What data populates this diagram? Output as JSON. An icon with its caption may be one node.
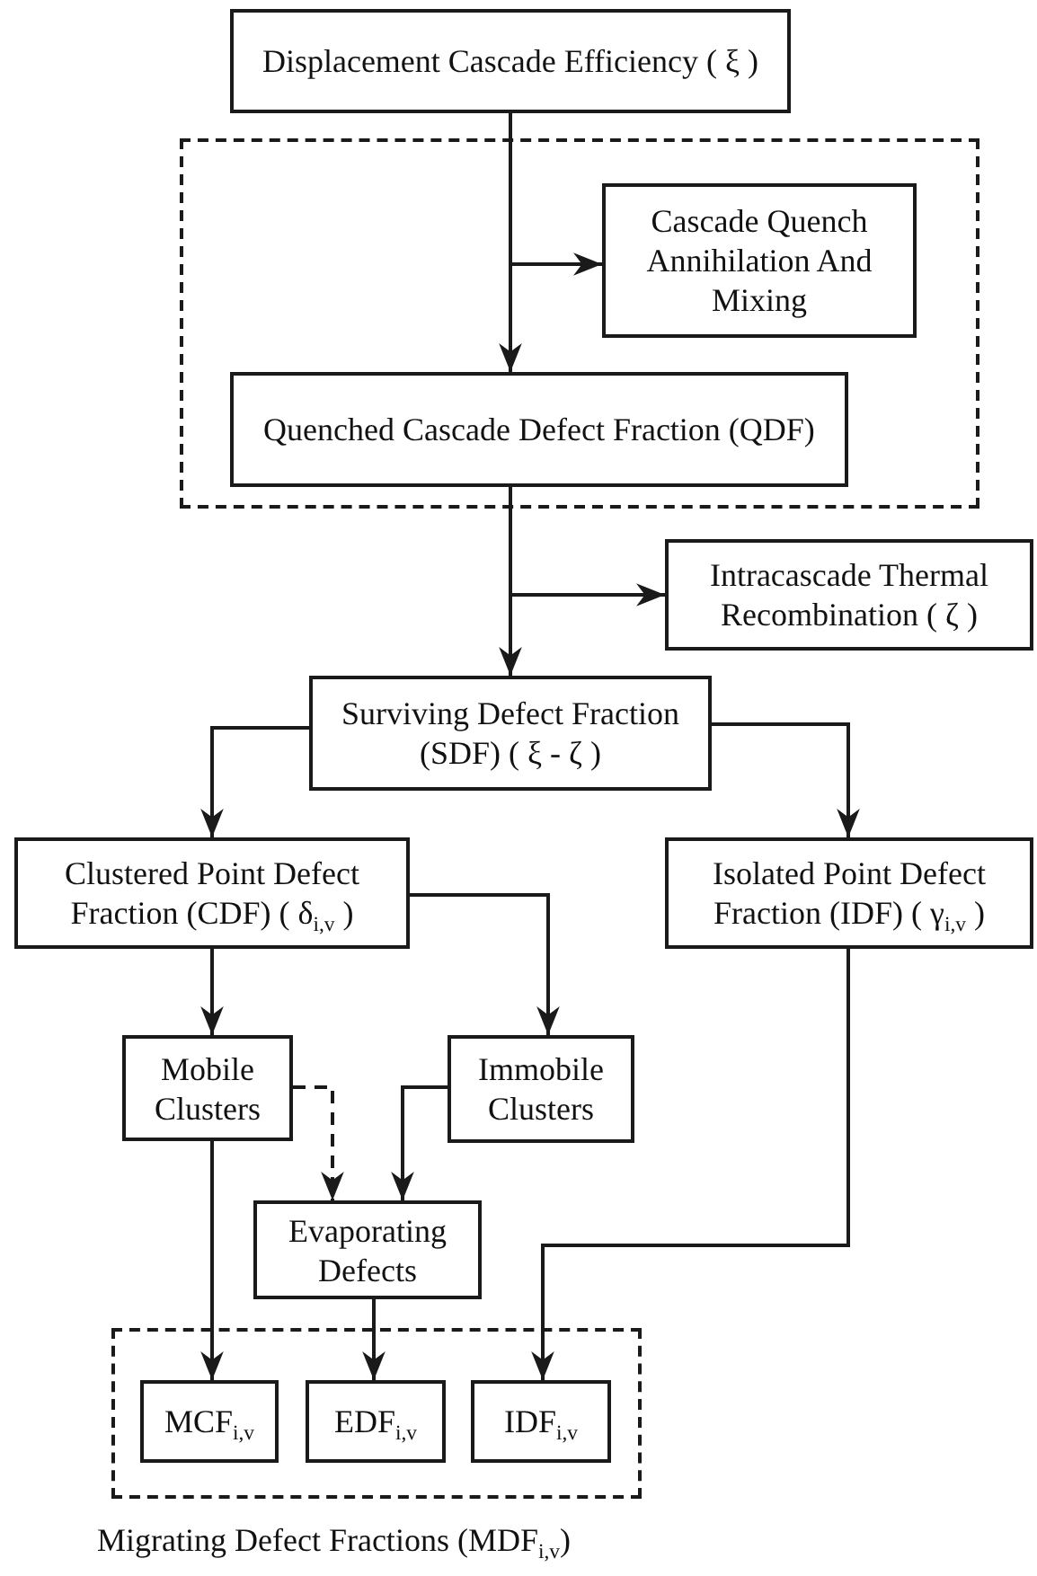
{
  "diagram": {
    "nodes": [
      {
        "text": [
          "Displacement Cascade Efficiency ( ξ )"
        ]
      },
      {
        "text": [],
        "shape": "box"
      },
      {
        "text": [
          "Cascade Quench Annihilation And Mixing"
        ],
        "in": 1
      },
      {
        "text": [
          "Quenched Cascade Defect Fraction (QDF)"
        ],
        "in": 1
      },
      {
        "text": [
          "Intracascade Thermal Recombination ( ζ )"
        ]
      },
      {
        "text": [
          "Surviving Defect Fraction (SDF) ( ξ - ζ )"
        ]
      },
      {
        "text": [
          "Clustered Point Defect Fraction (CDF) ( δ$_{i,v}$ )"
        ]
      },
      {
        "text": [
          "Isolated Point Defect Fraction (IDF) ( γ$_{i,v}$ )"
        ]
      },
      {
        "text": [
          "Mobile Clusters"
        ]
      },
      {
        "text": [
          "Immobile Clusters"
        ]
      },
      {
        "text": [
          "Evaporating Defects"
        ]
      },
      {
        "text": [
          "Migrating Defect Fractions (MDF$_{i,v}$)"
        ]
      },
      {
        "text": [
          "MCF$_{i,v}$"
        ],
        "in": 11
      },
      {
        "text": [
          "EDF$_{i,v}$"
        ],
        "in": 11
      },
      {
        "text": [
          "IDF$_{i,v}$"
        ],
        "in": 11
      }
    ],
    "edges": [
      {
        "from": 0,
        "to": 2,
        "arrow": "to"
      },
      {
        "from": 0,
        "to": 3,
        "arrow": "to"
      },
      {
        "from": 3,
        "to": 4,
        "arrow": "to"
      },
      {
        "from": 3,
        "to": 5,
        "arrow": "to"
      },
      {
        "from": 5,
        "to": 6,
        "arrow": "to"
      },
      {
        "from": 5,
        "to": 7,
        "arrow": "to"
      },
      {
        "from": 6,
        "to": 8,
        "arrow": "to"
      },
      {
        "from": 6,
        "to": 9,
        "arrow": "to"
      },
      {
        "from": 8,
        "to": 10,
        "arrow": "to",
        "style": "dashed"
      },
      {
        "from": 9,
        "to": 10,
        "arrow": "to"
      },
      {
        "from": 8,
        "to": 12,
        "arrow": "to"
      },
      {
        "from": 10,
        "to": 13,
        "arrow": "to"
      },
      {
        "from": 7,
        "to": 14,
        "arrow": "to"
      }
    ]
  }
}
